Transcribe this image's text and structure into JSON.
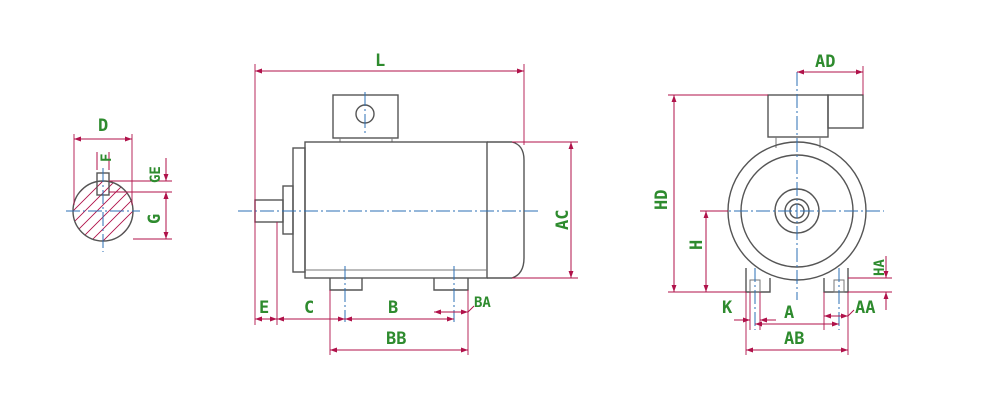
{
  "colors": {
    "outline": "#555555",
    "centerline": "#2b6fb5",
    "dimension": "#b0124a",
    "label": "#2e8b2e",
    "background": "#ffffff"
  },
  "labels": {
    "shaft": {
      "D": "D",
      "GE": "GE",
      "G": "G",
      "F": "F"
    },
    "side": {
      "L": "L",
      "AC": "AC",
      "E": "E",
      "C": "C",
      "B": "B",
      "BA": "BA",
      "BB": "BB"
    },
    "front": {
      "AD": "AD",
      "HD": "HD",
      "H": "H",
      "HA": "HA",
      "K": "K",
      "A": "A",
      "AA": "AA",
      "AB": "AB"
    }
  }
}
